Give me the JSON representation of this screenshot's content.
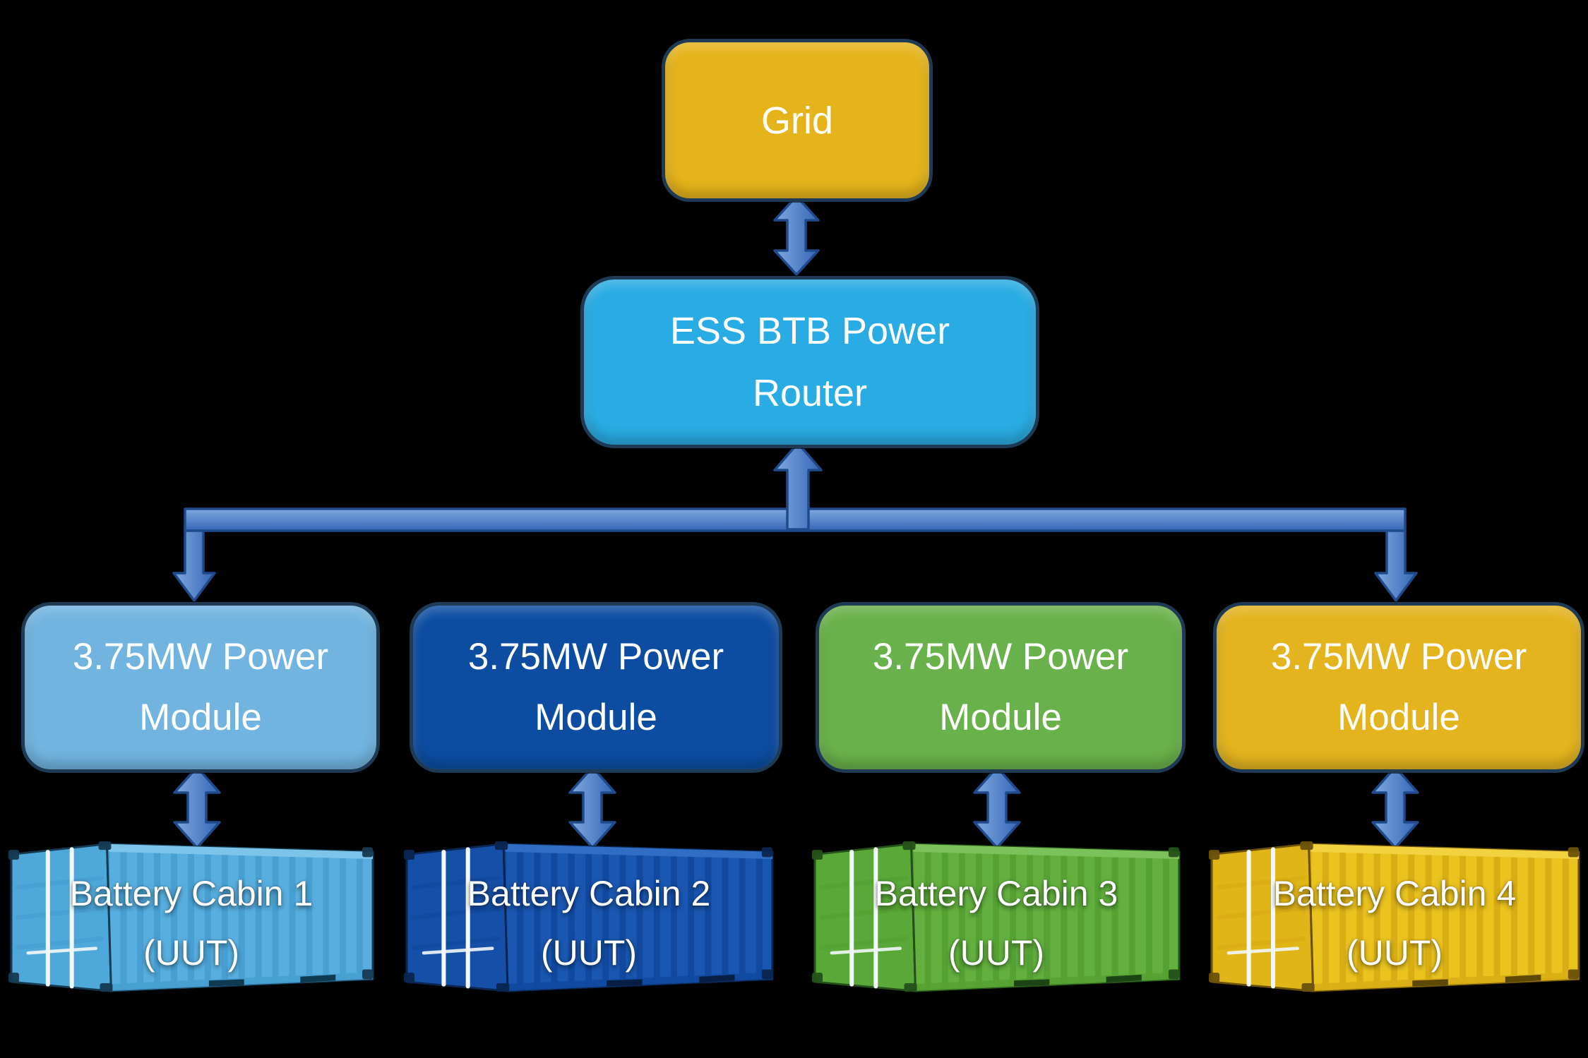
{
  "diagram": {
    "background": "#000000",
    "box_outline": "#1E3A54",
    "text_color": "#FFFFFF",
    "connectors": {
      "fill_light": "#7FA9E0",
      "fill_dark": "#3566B6",
      "outline": "#1F4B8C"
    },
    "grid": {
      "label": "Grid",
      "fill": "#E5B41B"
    },
    "router": {
      "line1": "ESS BTB Power",
      "line2": "Router",
      "fill": "#29ACE3"
    },
    "modules": [
      {
        "line1": "3.75MW Power",
        "line2": "Module",
        "fill": "#71B4E0"
      },
      {
        "line1": "3.75MW Power",
        "line2": "Module",
        "fill": "#0C4DA2"
      },
      {
        "line1": "3.75MW Power",
        "line2": "Module",
        "fill": "#69B14A"
      },
      {
        "line1": "3.75MW Power",
        "line2": "Module",
        "fill": "#E3B41E"
      }
    ],
    "cabins": [
      {
        "line1": "Battery Cabin 1",
        "line2": "(UUT)",
        "colors": {
          "body": "#58AFDF",
          "stripe": "#479FD2",
          "end": "#4FA8DA",
          "roof": "#7CC4EA",
          "outline": "#163A52",
          "slot": "#0E3A52",
          "rod": "#F2F7FA"
        }
      },
      {
        "line1": "Battery Cabin 2",
        "line2": "(UUT)",
        "colors": {
          "body": "#1A57B2",
          "stripe": "#1149A0",
          "end": "#164FA8",
          "roof": "#2F6EC4",
          "outline": "#0A2550",
          "slot": "#071F45",
          "rod": "#F2F7FA"
        }
      },
      {
        "line1": "Battery Cabin 3",
        "line2": "(UUT)",
        "colors": {
          "body": "#63B03F",
          "stripe": "#55A233",
          "end": "#5AA838",
          "roof": "#7CC25A",
          "outline": "#24511A",
          "slot": "#1C4414",
          "rod": "#F2F7FA"
        }
      },
      {
        "line1": "Battery Cabin 4",
        "line2": "(UUT)",
        "colors": {
          "body": "#EAC31F",
          "stripe": "#D9AE14",
          "end": "#E0B518",
          "roof": "#F2D23F",
          "outline": "#6B5208",
          "slot": "#5E4A06",
          "rod": "#F2F7FA"
        }
      }
    ]
  }
}
